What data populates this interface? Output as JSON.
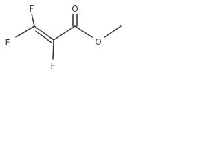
{
  "molecule": {
    "atoms": {
      "f_top": "F",
      "f_left": "F",
      "f_bottom": "F",
      "o_carbonyl": "O",
      "o_ester": "O"
    }
  }
}
